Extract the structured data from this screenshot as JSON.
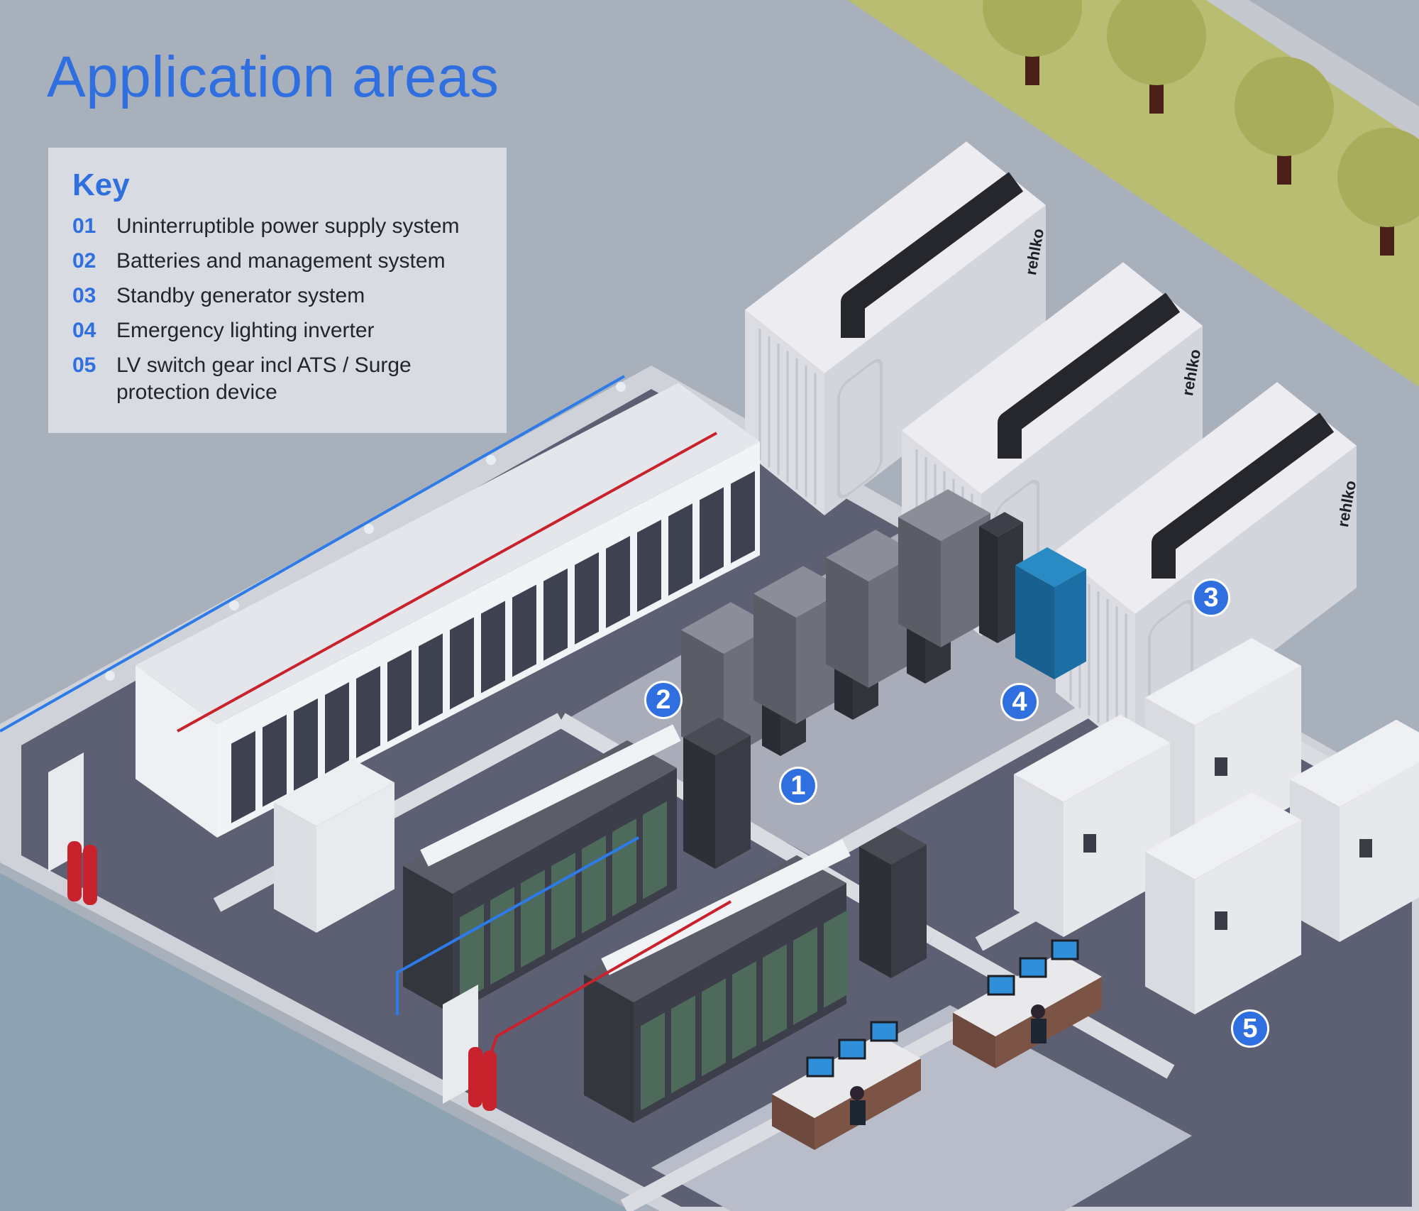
{
  "title": "Application areas",
  "key": {
    "heading": "Key",
    "items": [
      {
        "num": "01",
        "text": "Uninterruptible power supply system"
      },
      {
        "num": "02",
        "text": "Batteries and management system"
      },
      {
        "num": "03",
        "text": "Standby generator system"
      },
      {
        "num": "04",
        "text": "Emergency lighting inverter"
      },
      {
        "num": "05",
        "text": "LV switch gear incl ATS / Surge protection device"
      }
    ]
  },
  "badges": [
    "1",
    "2",
    "3",
    "4",
    "5"
  ],
  "generator_brand": "rehlko",
  "colors": {
    "accent": "#2f6fe0",
    "pipe_red": "#c8232c",
    "pipe_blue": "#2d7be8",
    "grass": "#b9bd72"
  }
}
